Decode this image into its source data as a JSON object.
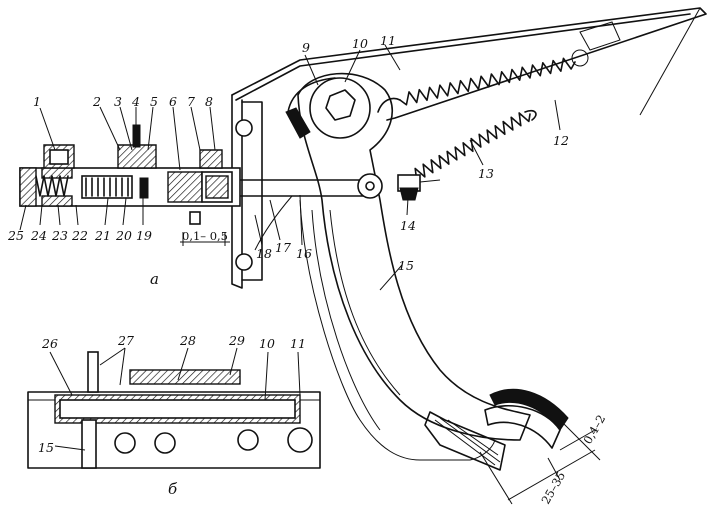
{
  "figure": {
    "captions": {
      "view_a": "а",
      "view_b": "б"
    },
    "part_numbers": {
      "n1": "1",
      "n2": "2",
      "n3": "3",
      "n4": "4",
      "n5": "5",
      "n6": "6",
      "n7": "7",
      "n8": "8",
      "n9": "9",
      "n10": "10",
      "n11": "11",
      "n12": "12",
      "n13": "13",
      "n14": "14",
      "n15": "15",
      "n16": "16",
      "n17": "17",
      "n18": "18",
      "n19": "19",
      "n20": "20",
      "n21": "21",
      "n22": "22",
      "n23": "23",
      "n24": "24",
      "n25": "25",
      "n26": "26",
      "n27": "27",
      "n28": "28",
      "n29": "29",
      "b10": "10",
      "b11": "11",
      "b15": "15"
    },
    "dimensions": {
      "clearance": "0,1– 0,5",
      "pedal_play": "25–35",
      "pedal_gap": "0,4–2"
    }
  }
}
